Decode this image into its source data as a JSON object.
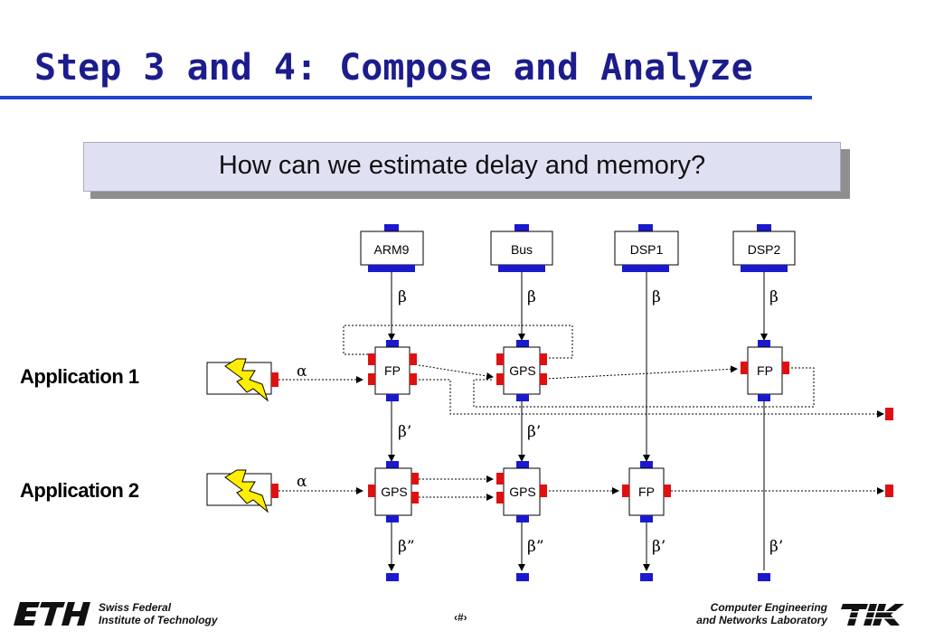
{
  "slide": {
    "title": "Step 3 and 4: Compose and Analyze",
    "question": "How can we estimate delay and memory?"
  },
  "applications": [
    {
      "label": "Application 1"
    },
    {
      "label": "Application 2"
    }
  ],
  "resources": [
    "ARM9",
    "Bus",
    "DSP1",
    "DSP2"
  ],
  "components": {
    "app1": [
      "FP",
      "GPS",
      "FP"
    ],
    "app2": [
      "GPS",
      "GPS",
      "FP"
    ]
  },
  "symbols": {
    "alpha": "α",
    "beta": "β",
    "beta_prime": "β’",
    "beta_dprime": "β”"
  },
  "footer": {
    "left_line1": "Swiss Federal",
    "left_line2": "Institute of Technology",
    "page": "‹#›",
    "right_line1": "Computer Engineering",
    "right_line2": "and Networks Laboratory"
  },
  "colors": {
    "title": "#1c1c8c",
    "rule": "#2244cc",
    "port_blue": "#1a1acc",
    "port_red": "#e01010",
    "question_bg": "#dfe1f3",
    "bolt": "#ffee00"
  }
}
